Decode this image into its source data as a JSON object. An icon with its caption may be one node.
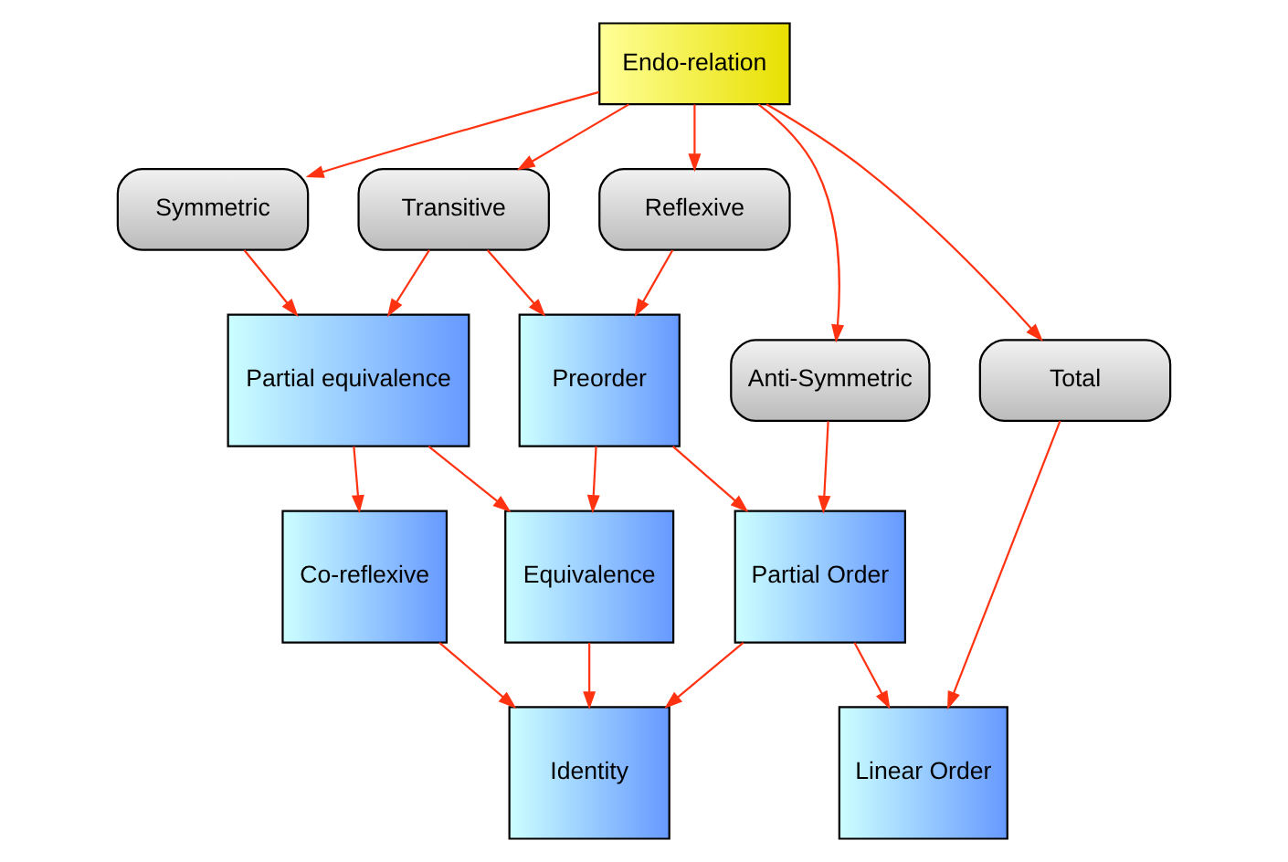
{
  "diagram": {
    "nodes": [
      {
        "text": [
          "Endo-relation"
        ]
      },
      {
        "text": [
          "Symmetric"
        ]
      },
      {
        "text": [
          "Transitive"
        ]
      },
      {
        "text": [
          "Reflexive"
        ]
      },
      {
        "text": [
          "Anti-Symmetric"
        ]
      },
      {
        "text": [
          "Total"
        ]
      },
      {
        "text": [
          "Partial equivalence"
        ]
      },
      {
        "text": [
          "Preorder"
        ]
      },
      {
        "text": [
          "Co-reflexive"
        ]
      },
      {
        "text": [
          "Equivalence"
        ]
      },
      {
        "text": [
          "Partial Order"
        ]
      },
      {
        "text": [
          "Identity"
        ]
      },
      {
        "text": [
          "Linear Order"
        ]
      }
    ],
    "edges": [
      {
        "from": 0,
        "to": 1,
        "arrow": "to"
      },
      {
        "from": 0,
        "to": 2,
        "arrow": "to"
      },
      {
        "from": 0,
        "to": 3,
        "arrow": "to"
      },
      {
        "from": 0,
        "to": 4,
        "arrow": "to"
      },
      {
        "from": 0,
        "to": 5,
        "arrow": "to"
      },
      {
        "from": 1,
        "to": 6,
        "arrow": "to"
      },
      {
        "from": 2,
        "to": 6,
        "arrow": "to"
      },
      {
        "from": 2,
        "to": 7,
        "arrow": "to"
      },
      {
        "from": 3,
        "to": 7,
        "arrow": "to"
      },
      {
        "from": 6,
        "to": 8,
        "arrow": "to"
      },
      {
        "from": 6,
        "to": 9,
        "arrow": "to"
      },
      {
        "from": 7,
        "to": 9,
        "arrow": "to"
      },
      {
        "from": 7,
        "to": 10,
        "arrow": "to"
      },
      {
        "from": 4,
        "to": 10,
        "arrow": "to"
      },
      {
        "from": 5,
        "to": 12,
        "arrow": "to"
      },
      {
        "from": 8,
        "to": 11,
        "arrow": "to"
      },
      {
        "from": 9,
        "to": 11,
        "arrow": "to"
      },
      {
        "from": 10,
        "to": 11,
        "arrow": "to"
      },
      {
        "from": 10,
        "to": 12,
        "arrow": "to"
      }
    ]
  }
}
